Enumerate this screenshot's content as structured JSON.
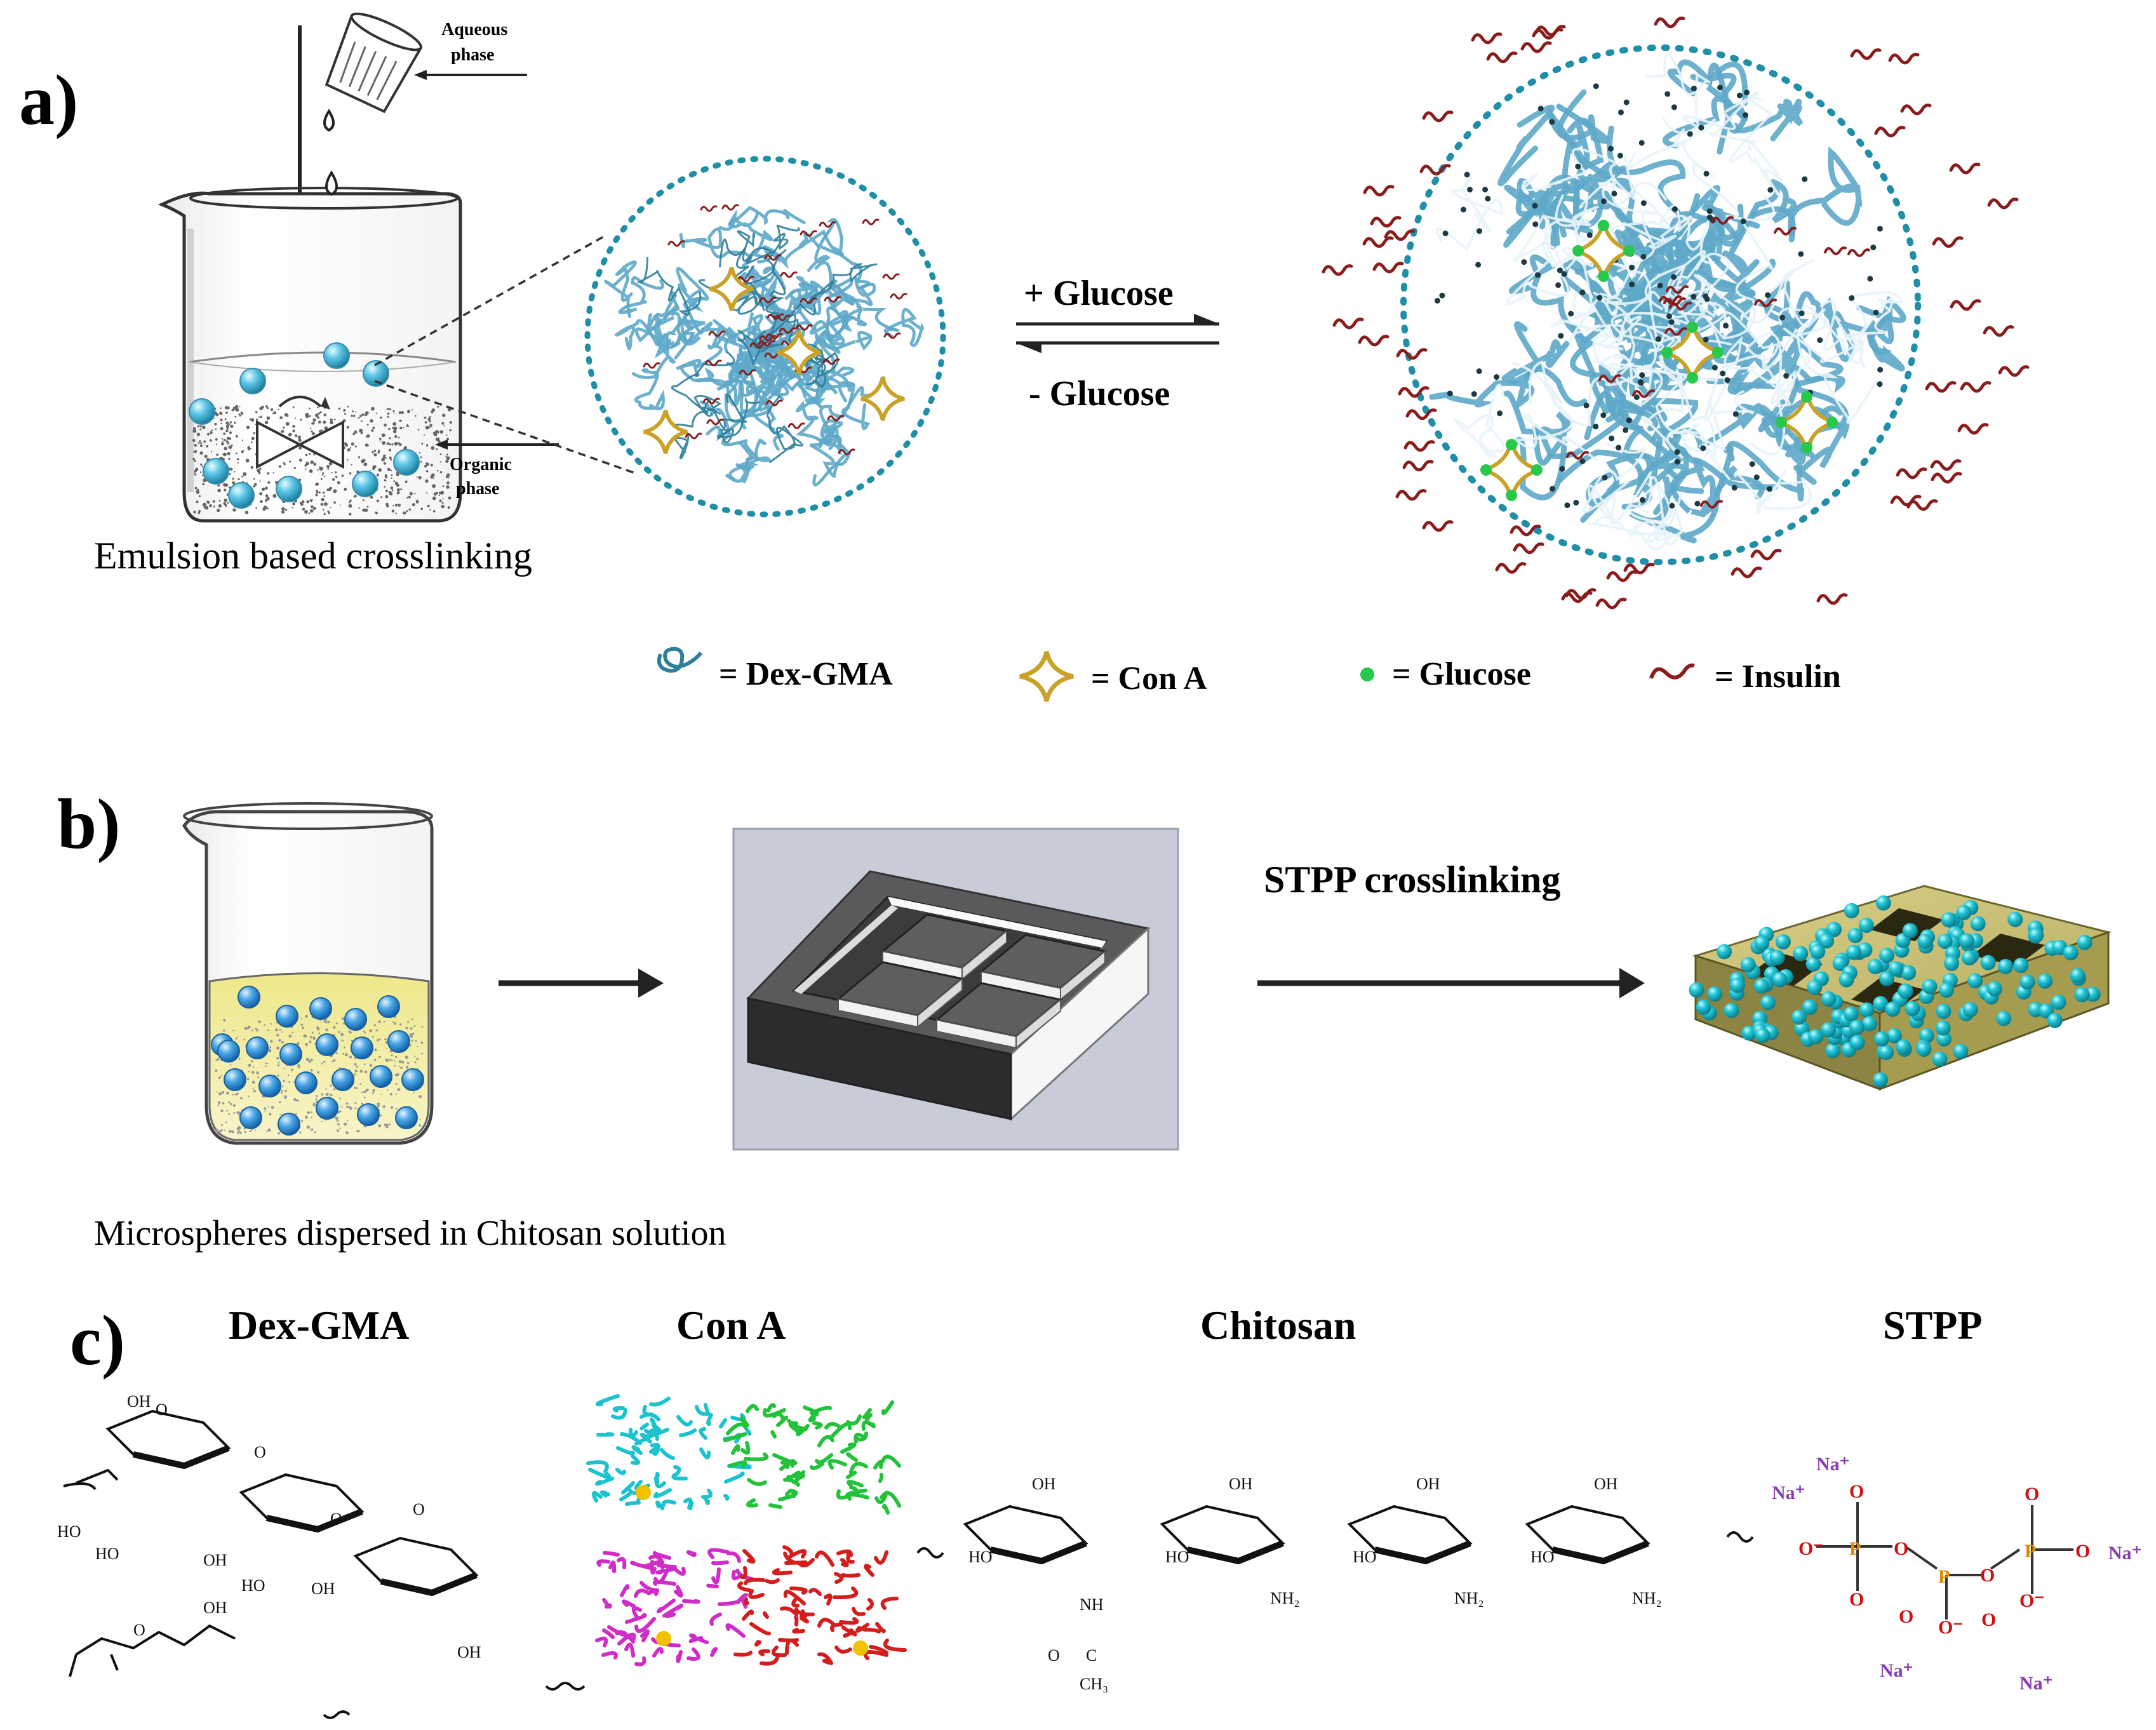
{
  "panels": {
    "a": {
      "label": "a)",
      "aqueous_label": [
        "Aqueous",
        "phase"
      ],
      "organic_label": [
        "Organic",
        "phase"
      ],
      "caption": "Emulsion based crosslinking",
      "forward_label": "+ Glucose",
      "reverse_label": "- Glucose",
      "legend": [
        {
          "icon": "dex-gma-icon",
          "text": "= Dex-GMA"
        },
        {
          "icon": "con-a-icon",
          "text": "= Con A"
        },
        {
          "icon": "glucose-icon",
          "text": "= Glucose"
        },
        {
          "icon": "insulin-icon",
          "text": "= Insulin"
        }
      ]
    },
    "b": {
      "label": "b)",
      "caption": "Microspheres dispersed in Chitosan solution",
      "process_label": "STPP crosslinking"
    },
    "c": {
      "label": "c)",
      "structures": [
        {
          "name": "Dex-GMA",
          "labels": [
            "OH",
            "HO",
            "HO",
            "OH",
            "HO",
            "OH",
            "OH",
            "OH",
            "O",
            "O",
            "O",
            "O",
            "O"
          ]
        },
        {
          "name": "Con A"
        },
        {
          "name": "Chitosan",
          "labels": [
            "OH",
            "HO",
            "OH",
            "HO",
            "OH",
            "HO",
            "OH",
            "HO",
            "NH",
            "C",
            "O",
            "CH₃",
            "NH₂",
            "NH₂",
            "NH₂"
          ]
        },
        {
          "name": "STPP",
          "labels": [
            "Na⁺",
            "Na⁺",
            "Na⁺",
            "Na⁺",
            "Na⁺",
            "P",
            "P",
            "P",
            "O",
            "O⁻",
            "O",
            "O",
            "O",
            "O⁻",
            "O",
            "O",
            "O",
            "O⁻",
            "O"
          ]
        }
      ]
    }
  },
  "colors": {
    "polymer": "#5ea9c9",
    "polymer_dark": "#2f7e9b",
    "conA": "#c9a227",
    "glucose": "#28c84a",
    "insulin": "#8a1c1c",
    "sphere": "#3fb6d8",
    "boundary": "#1f8fa8",
    "solution": "#f3efa8",
    "scaffold": "#c9c07a",
    "microsphere_teal": "#18b7c7",
    "phosphorus": "#e08a00",
    "oxygen": "#d01010",
    "sodium": "#8a3fb0",
    "protein": [
      "#1cc3cf",
      "#23c23a",
      "#d02cc8",
      "#d41d1d"
    ]
  }
}
